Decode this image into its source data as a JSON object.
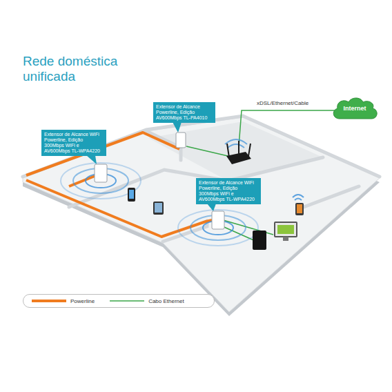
{
  "diagram": {
    "title": "Rede doméstica unificada",
    "nodes": [
      {
        "text": [
          "Extensor de Alcance Powerline, Edição AV600Mbps TL-PA4010"
        ]
      },
      {
        "text": [
          "Internet"
        ]
      },
      {
        "text": [
          "Extensor de Alcance WiFi Powerline, Edição 300Mbps WiFi e AV600Mbps TL-WPA4220"
        ]
      },
      {
        "text": [
          "Extensor de Alcance WiFi Powerline, Edição 300Mbps WiFi e AV600Mbps TL-WPA4220"
        ]
      }
    ],
    "labels": [
      "xDSL/Ethernet/Cable"
    ],
    "legend": [
      {
        "text": "Powerline"
      },
      {
        "text": "Cabo Ethernet"
      }
    ]
  }
}
